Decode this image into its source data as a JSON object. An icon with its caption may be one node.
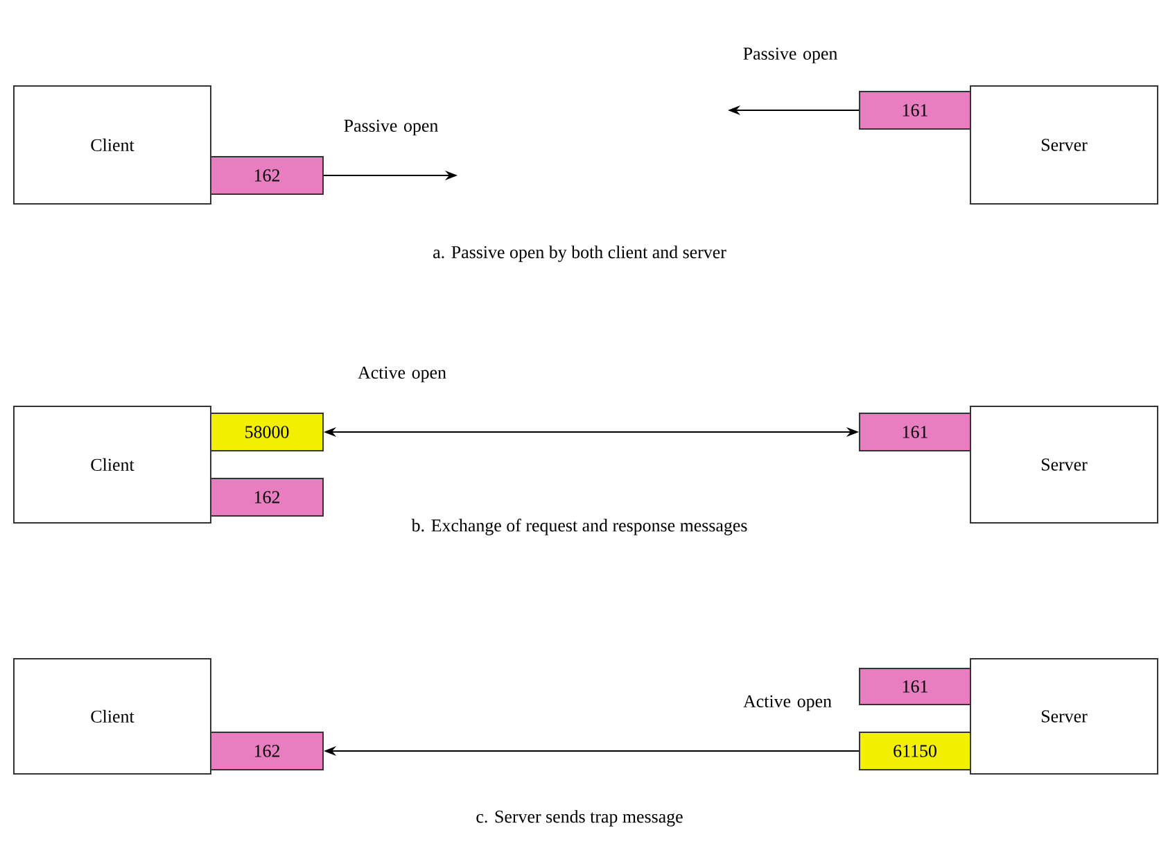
{
  "diagram": {
    "nodes": [
      {
        "text": [
          "Client"
        ]
      },
      {
        "text": [
          "162"
        ]
      },
      {
        "text": [
          "Server"
        ]
      },
      {
        "text": [
          "161"
        ]
      },
      {
        "text": [
          "Client"
        ]
      },
      {
        "text": [
          "58000"
        ]
      },
      {
        "text": [
          "162"
        ]
      },
      {
        "text": [
          "Server"
        ]
      },
      {
        "text": [
          "161"
        ]
      },
      {
        "text": [
          "Client"
        ]
      },
      {
        "text": [
          "162"
        ]
      },
      {
        "text": [
          "Server"
        ]
      },
      {
        "text": [
          "161"
        ]
      },
      {
        "text": [
          "61150"
        ]
      }
    ],
    "edges": [
      {
        "from": 1,
        "to": null,
        "arrow": "to",
        "label": "Passive open"
      },
      {
        "from": 3,
        "to": null,
        "arrow": "to",
        "label": "Passive open"
      },
      {
        "from": 5,
        "to": 8,
        "arrow": "both",
        "label": "Active open"
      },
      {
        "from": 13,
        "to": 10,
        "arrow": "to",
        "label": "Active open"
      }
    ],
    "labels": [
      "a. Passive open by both client and server",
      "b. Exchange of request and response messages",
      "c. Server sends trap message"
    ]
  }
}
